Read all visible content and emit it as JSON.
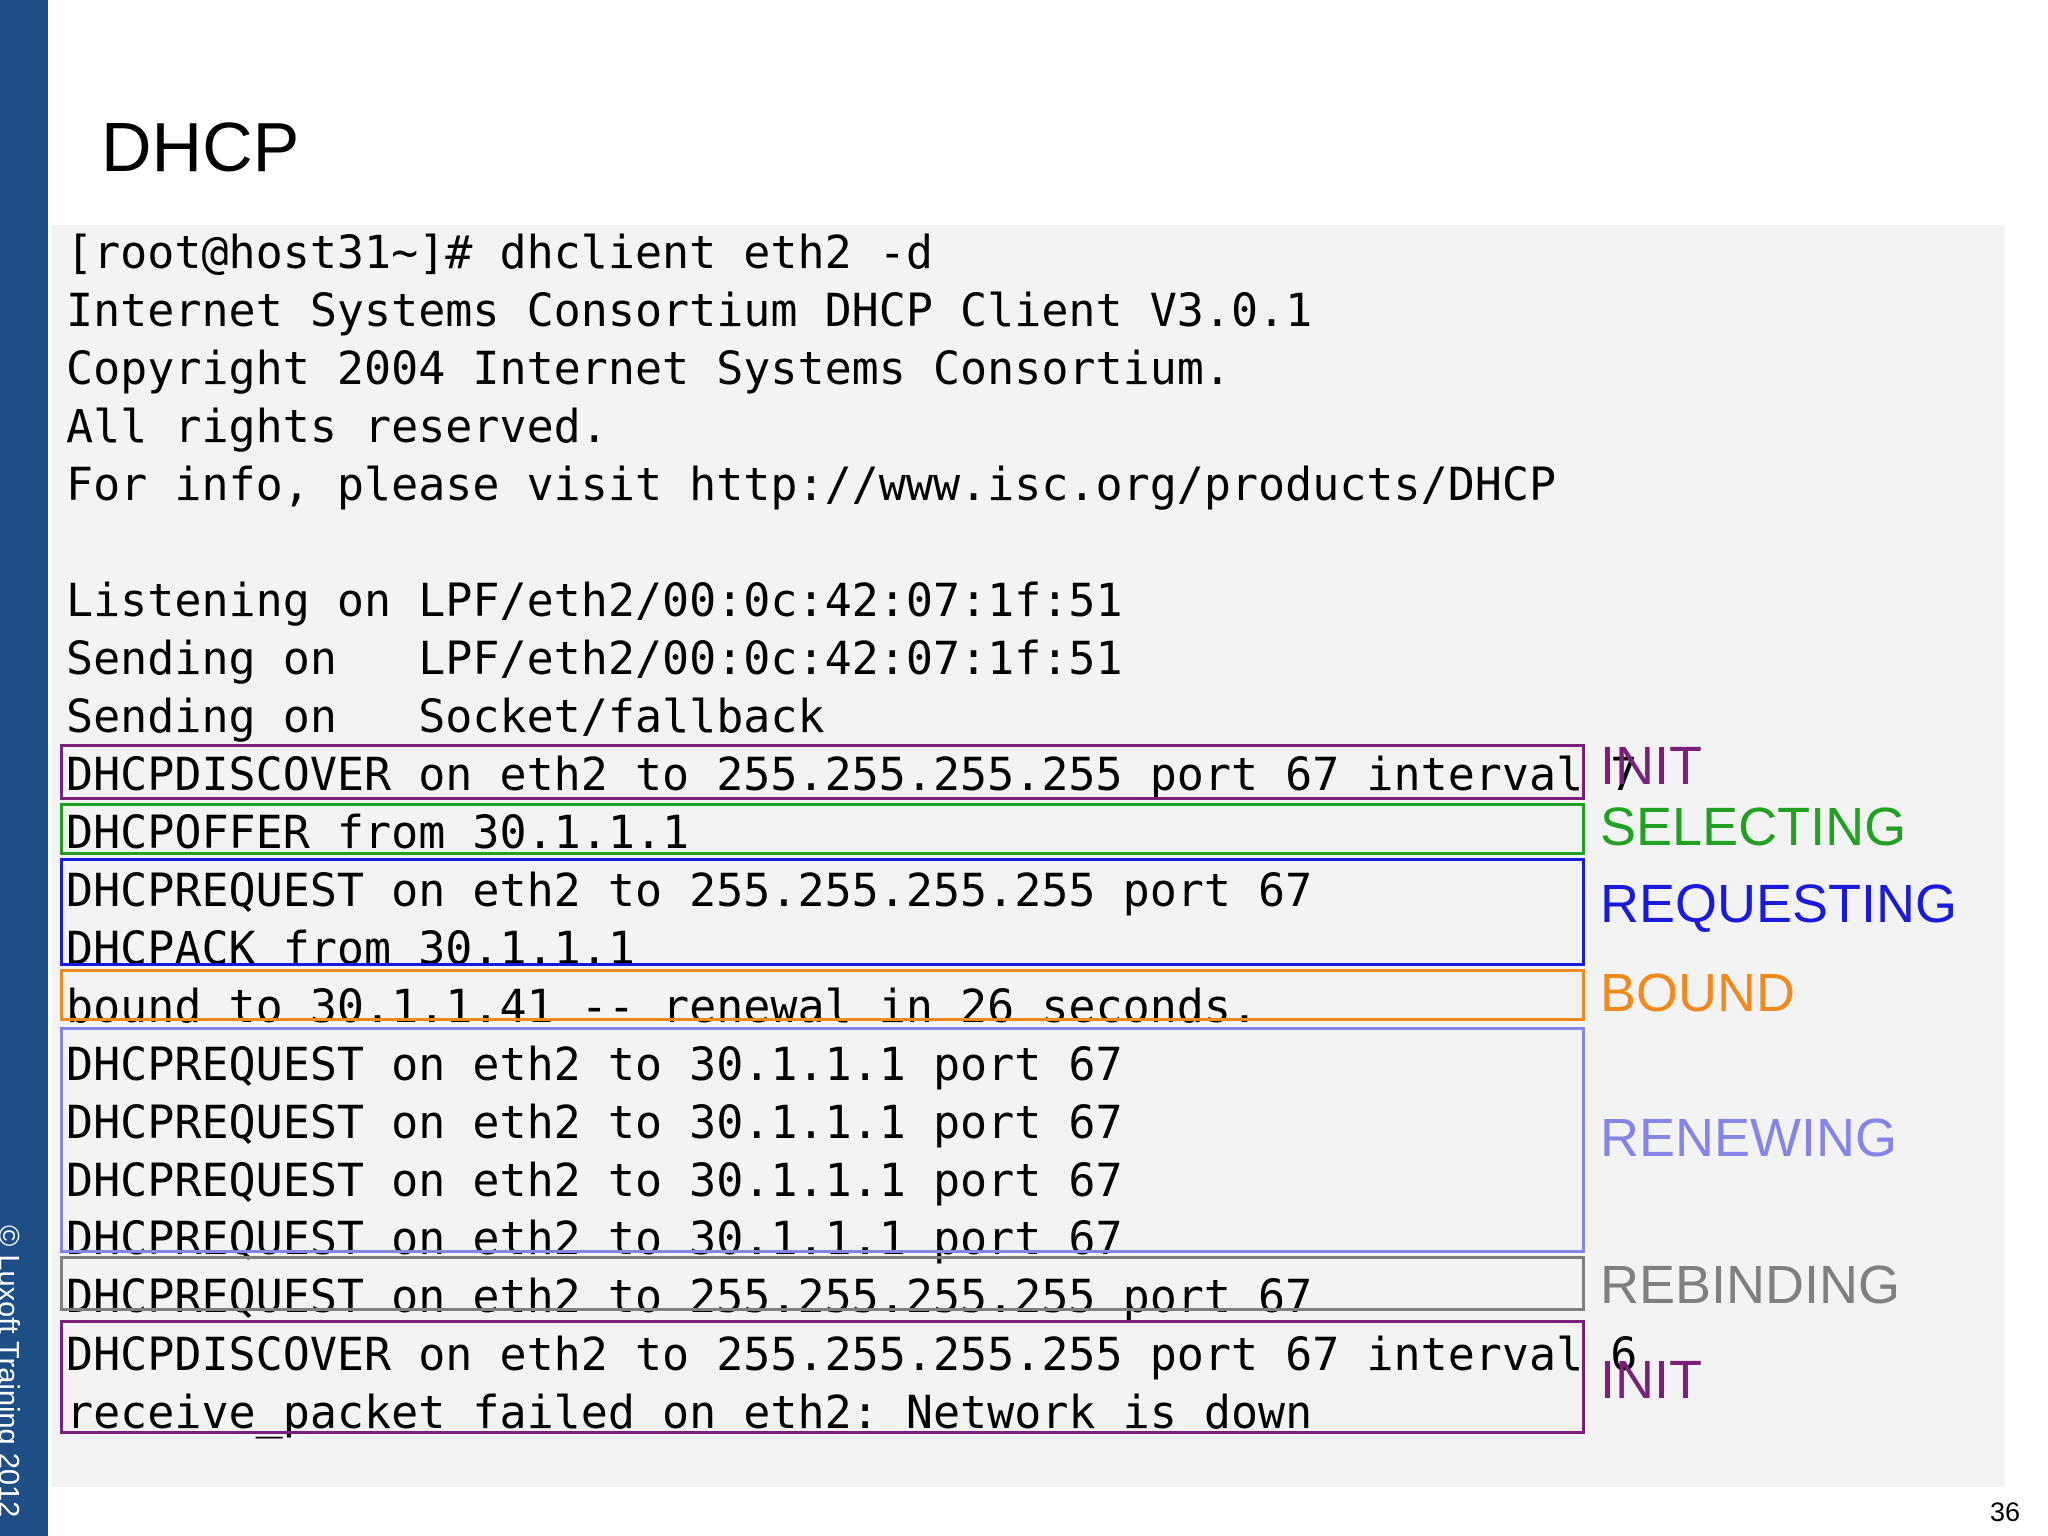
{
  "slide": {
    "title": "DHCP",
    "copyright": "© Luxoft Training 2012",
    "page_number": "36"
  },
  "terminal": {
    "lines": [
      "[root@host31~]# dhclient eth2 -d",
      "Internet Systems Consortium DHCP Client V3.0.1",
      "Copyright 2004 Internet Systems Consortium.",
      "All rights reserved.",
      "For info, please visit http://www.isc.org/products/DHCP",
      "",
      "Listening on LPF/eth2/00:0c:42:07:1f:51",
      "Sending on   LPF/eth2/00:0c:42:07:1f:51",
      "Sending on   Socket/fallback",
      "DHCPDISCOVER on eth2 to 255.255.255.255 port 67 interval 7",
      "DHCPOFFER from 30.1.1.1",
      "DHCPREQUEST on eth2 to 255.255.255.255 port 67",
      "DHCPACK from 30.1.1.1",
      "bound to 30.1.1.41 -- renewal in 26 seconds.",
      "DHCPREQUEST on eth2 to 30.1.1.1 port 67",
      "DHCPREQUEST on eth2 to 30.1.1.1 port 67",
      "DHCPREQUEST on eth2 to 30.1.1.1 port 67",
      "DHCPREQUEST on eth2 to 30.1.1.1 port 67",
      "DHCPREQUEST on eth2 to 255.255.255.255 port 67",
      "DHCPDISCOVER on eth2 to 255.255.255.255 port 67 interval 6",
      "receive_packet failed on eth2: Network is down"
    ]
  },
  "states": [
    {
      "label": "INIT",
      "color": "#7a1f7a"
    },
    {
      "label": "SELECTING",
      "color": "#22a022"
    },
    {
      "label": "REQUESTING",
      "color": "#1a1adb"
    },
    {
      "label": "BOUND",
      "color": "#f08a1c"
    },
    {
      "label": "RENEWING",
      "color": "#8585e8"
    },
    {
      "label": "REBINDING",
      "color": "#7f7f7f"
    },
    {
      "label": "INIT",
      "color": "#7a1f7a"
    }
  ]
}
